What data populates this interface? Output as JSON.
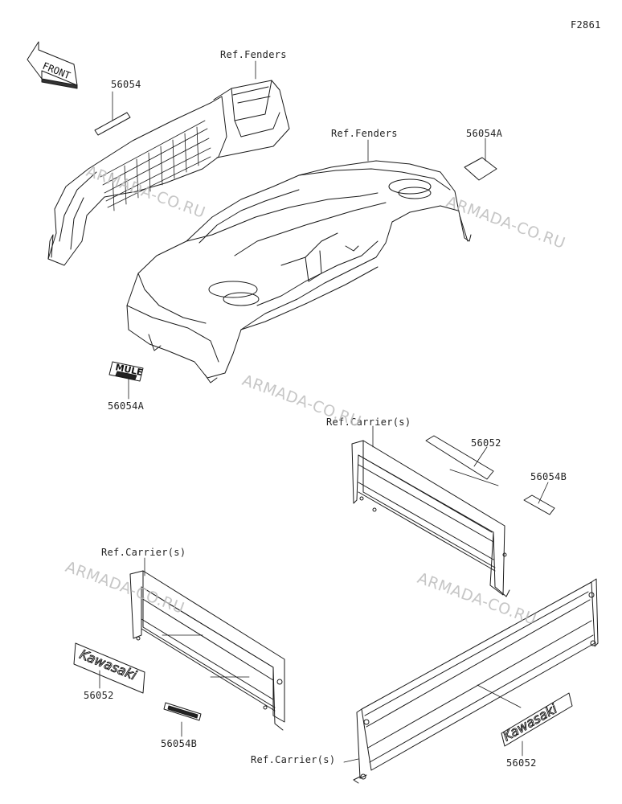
{
  "figure_code": "F2861",
  "front_arrow": {
    "text": "FRONT"
  },
  "labels": [
    {
      "id": "ref-fenders-front",
      "text": "Ref.Fenders"
    },
    {
      "id": "ref-fenders-rear",
      "text": "Ref.Fenders"
    },
    {
      "id": "part-56054-grille",
      "text": "56054"
    },
    {
      "id": "part-56054a-right",
      "text": "56054A"
    },
    {
      "id": "part-56054a-left",
      "text": "56054A"
    },
    {
      "id": "ref-carriers-top",
      "text": "Ref.Carrier(s)"
    },
    {
      "id": "part-56052-top",
      "text": "56052"
    },
    {
      "id": "part-56054b-right",
      "text": "56054B"
    },
    {
      "id": "ref-carriers-left",
      "text": "Ref.Carrier(s)"
    },
    {
      "id": "part-56052-left",
      "text": "56052"
    },
    {
      "id": "part-56054b-left",
      "text": "56054B"
    },
    {
      "id": "ref-carriers-bottom",
      "text": "Ref.Carrier(s)"
    },
    {
      "id": "part-56052-bottom",
      "text": "56052"
    }
  ],
  "decals": {
    "kawasaki": "Kawasaki",
    "mule": "MULE"
  },
  "watermark": "ARMADA-CO.RU",
  "colors": {
    "line": "#1a1a1a",
    "watermark": "#bdbdbd"
  }
}
